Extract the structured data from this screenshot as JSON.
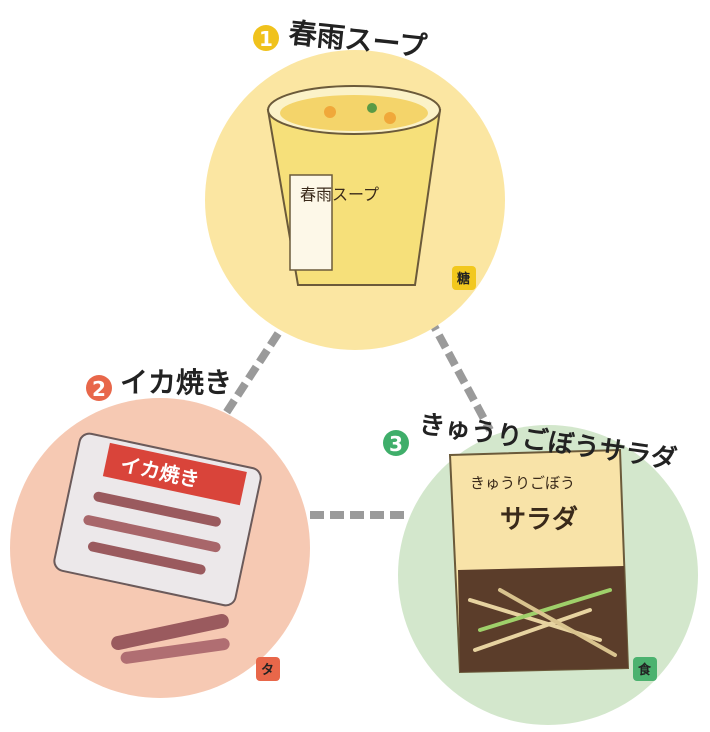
{
  "items": [
    {
      "number": "1",
      "title": "春雨スープ",
      "package_text": "春雨スープ",
      "tag": "糖",
      "circle_color": "#fbe6a2",
      "badge_color": "#f0c21c",
      "tag_color": "#f2c81e"
    },
    {
      "number": "2",
      "title": "イカ焼き",
      "package_text": "イカ焼き",
      "tag": "タ",
      "circle_color": "#f6c9b3",
      "badge_color": "#e8674a",
      "tag_color": "#e8674a"
    },
    {
      "number": "3",
      "title": "きゅうりごぼうサラダ",
      "package_line1": "きゅうりごぼう",
      "package_line2": "サラダ",
      "tag": "食",
      "circle_color": "#d3e7cc",
      "badge_color": "#3fae6a",
      "tag_color": "#4cb26f"
    }
  ],
  "connector_color": "#9a9a9a"
}
